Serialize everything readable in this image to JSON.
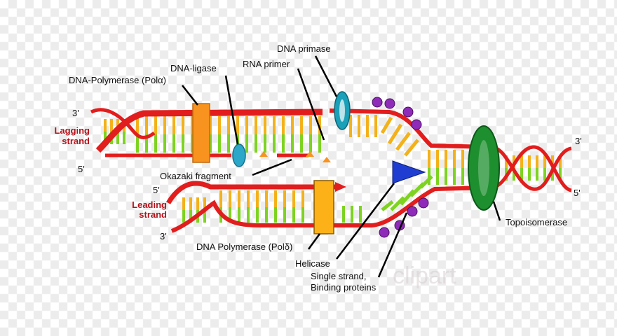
{
  "labels": {
    "dna_primase": "DNA primase",
    "rna_primer": "RNA primer",
    "dna_ligase": "DNA-ligase",
    "dna_polymerase_alpha": "DNA-Polymerase (Polα)",
    "okazaki_fragment": "Okazaki fragment",
    "dna_polymerase_delta": "DNA Polymerase (Polδ)",
    "helicase": "Helicase",
    "ssb_line1": "Single strand,",
    "ssb_line2": "Binding proteins",
    "topoisomerase": "Topoisomerase",
    "lagging_line1": "Lagging",
    "lagging_line2": "strand",
    "leading_line1": "Leading",
    "leading_line2": "strand",
    "end_3_top_left": "3'",
    "end_5_top_left": "5'",
    "end_5_bottom_left": "5'",
    "end_3_bottom_left": "3'",
    "end_3_right": "3'",
    "end_5_right": "5'"
  },
  "watermark": "clipart",
  "colors": {
    "backbone": "#e21d1d",
    "base_yellow": "#f3b21b",
    "base_green": "#7ed321",
    "pol_alpha": "#f7931e",
    "pol_delta": "#fbb117",
    "ligase": "#2aa7c9",
    "primase": "#1aa0b8",
    "helicase": "#1f3ed1",
    "ssb": "#8e2bb8",
    "topoisomerase": "#1e8f2e",
    "label_red": "#b5121b"
  }
}
